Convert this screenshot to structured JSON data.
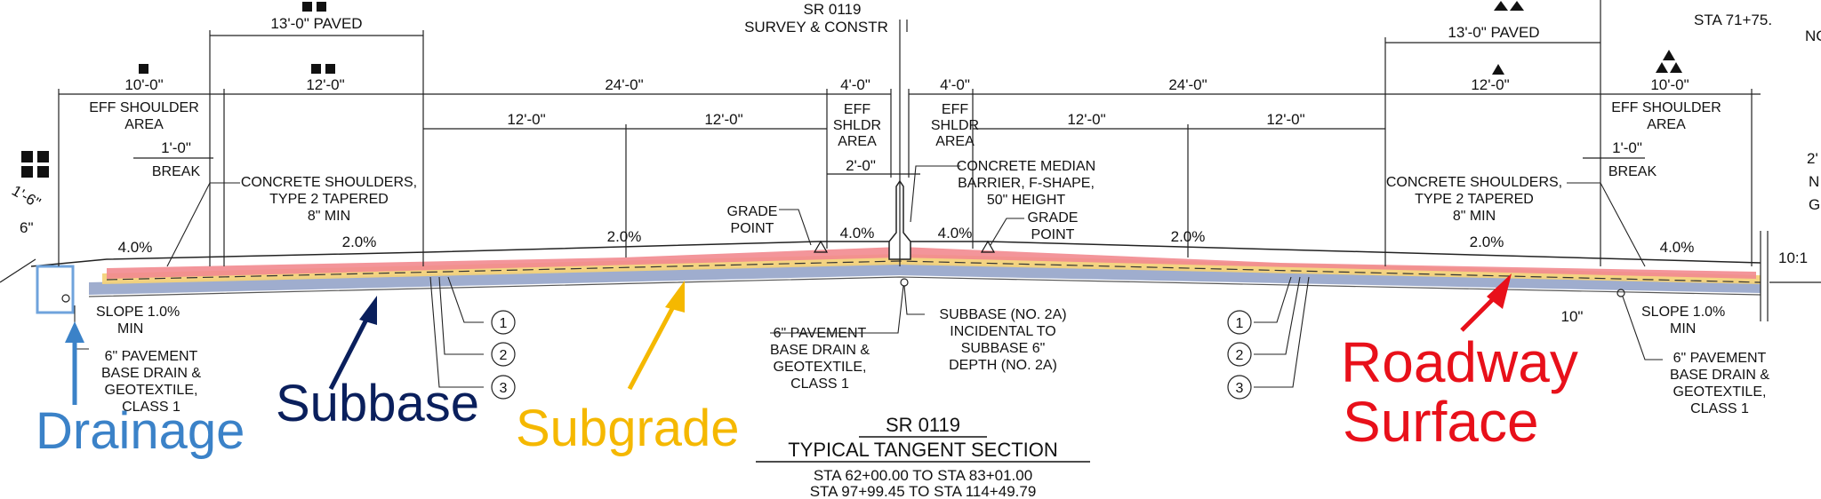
{
  "header": {
    "centerline_line1": "SR 0119",
    "centerline_line2": "SURVEY & CONSTR",
    "top_right_partial": "STA 71+75.",
    "top_right_partial2": "NC"
  },
  "dimensions": {
    "left_paved": "13'-0\" PAVED",
    "right_paved": "13'-0\" PAVED",
    "left_shoulder": "10'-0\"",
    "left_lane": "12'-0\"",
    "left_24": "24'-0\"",
    "left_4": "4'-0\"",
    "right_4": "4'-0\"",
    "right_24": "24'-0\"",
    "right_lane": "12'-0\"",
    "right_shoulder": "10'-0\"",
    "left_sub_12a": "12'-0\"",
    "left_sub_12b": "12'-0\"",
    "right_sub_12a": "12'-0\"",
    "right_sub_12b": "12'-0\"",
    "median_2": "2'-0\"",
    "left_break_1": "1'-0\"",
    "right_break_1": "1'-0\"",
    "left_16": "1'-6\"",
    "left_6in": "6\"",
    "right_10in": "10\"",
    "right_partial_2": "2'",
    "right_ratio": "10:1"
  },
  "labels": {
    "eff_shoulder_area_l1": "EFF SHOULDER",
    "eff_shoulder_area_l2": "AREA",
    "break": "BREAK",
    "eff_shldr_l1": "EFF",
    "eff_shldr_l2": "SHLDR",
    "eff_shldr_l3": "AREA",
    "conc_shoulders_l1": "CONCRETE SHOULDERS,",
    "conc_shoulders_l2": "TYPE 2 TAPERED",
    "conc_shoulders_l3": "8\" MIN",
    "median_l1": "CONCRETE MEDIAN",
    "median_l2": "BARRIER, F-SHAPE,",
    "median_l3": "50\" HEIGHT",
    "grade_point_l1": "GRADE",
    "grade_point_l2": "POINT",
    "slope_l1": "SLOPE 1.0%",
    "slope_l2": "MIN",
    "drain_l1": "6\" PAVEMENT",
    "drain_l2": "BASE DRAIN &",
    "drain_l3": "GEOTEXTILE,",
    "drain_l4": "CLASS 1",
    "subbase_note_l1": "SUBBASE (NO. 2A)",
    "subbase_note_l2": "INCIDENTAL TO",
    "subbase_note_l3": "SUBBASE 6\"",
    "subbase_note_l4": "DEPTH (NO. 2A)",
    "right_partial_g": "G",
    "right_partial_n": "N"
  },
  "slopes": {
    "far_left": "4.0%",
    "left_lane": "2.0%",
    "left_inner": "2.0%",
    "left_shldr": "4.0%",
    "right_shldr": "4.0%",
    "right_inner": "2.0%",
    "right_lane": "2.0%",
    "far_right": "4.0%"
  },
  "callouts": [
    "1",
    "2",
    "3"
  ],
  "title": {
    "line1": "SR 0119",
    "line2": "TYPICAL TANGENT SECTION",
    "line3": "STA 62+00.00 TO STA 83+01.00",
    "line4": "STA 97+99.45 TO STA 114+49.79"
  },
  "annotations": {
    "drainage": "Drainage",
    "subbase": "Subbase",
    "subgrade": "Subgrade",
    "roadway_l1": "Roadway",
    "roadway_l2": "Surface"
  },
  "colors": {
    "drainage": "#3b82c8",
    "subbase": "#0a1f5c",
    "subgrade": "#f5b800",
    "roadway": "#e8101a",
    "roadway_fill": "#f28a8f",
    "subbase_fill": "#8e9fc6",
    "subgrade_fill": "#f3d27a"
  }
}
